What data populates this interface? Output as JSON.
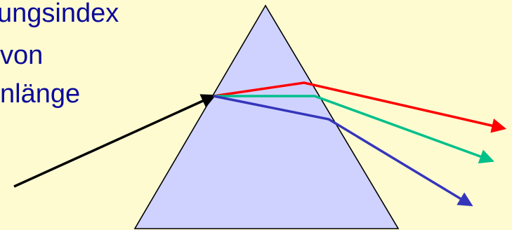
{
  "text": {
    "line1": "ungsindex",
    "line2": "von",
    "line3": "nlänge"
  },
  "colors": {
    "background": "#fffbd1",
    "text": "#0a0a9a",
    "prism_fill": "#cfd2ff",
    "prism_stroke": "#000000",
    "incident_ray": "#000000",
    "red_ray": "#ff0000",
    "green_ray": "#00c08a",
    "blue_ray": "#3535bb"
  }
}
